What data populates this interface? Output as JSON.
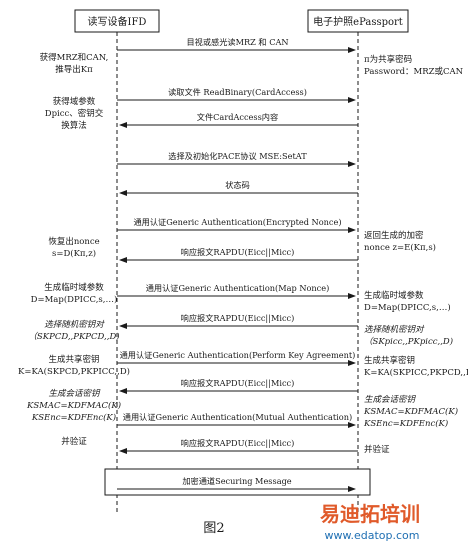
{
  "participants": {
    "left": "读写设备IFD",
    "right": "电子护照ePassport"
  },
  "messages": [
    {
      "label": "目视或感光读MRZ 和 CAN",
      "dir": "right"
    },
    {
      "label": "读取文件 ReadBinary(CardAccess)",
      "dir": "right"
    },
    {
      "label": "文件CardAccess内容",
      "dir": "left"
    },
    {
      "label": "选择及初始化PACE协议 MSE:SetAT",
      "dir": "right"
    },
    {
      "label": "状态码",
      "dir": "left"
    },
    {
      "label": "通用认证Generic Authentication(Encrypted Nonce)",
      "dir": "right"
    },
    {
      "label": "响应报文RAPDU(Eicc||Micc)",
      "dir": "left"
    },
    {
      "label": "通用认证Generic Authentication(Map Nonce)",
      "dir": "right"
    },
    {
      "label": "响应报文RAPDU(Eicc||Micc)",
      "dir": "left"
    },
    {
      "label": "通用认证Generic Authentication(Perform Key Agreement)",
      "dir": "right"
    },
    {
      "label": "响应报文RAPDU(Eicc||Micc)",
      "dir": "left"
    },
    {
      "label": "通用认证Generic Authentication(Mutual Authentication)",
      "dir": "right"
    },
    {
      "label": "响应报文RAPDU(Eicc||Micc)",
      "dir": "left"
    }
  ],
  "secure_box_label": "加密通道Securing Message",
  "left_notes": [
    {
      "lines": [
        "获得MRZ和CAN,",
        "推导出Kπ"
      ],
      "italic": false
    },
    {
      "lines": [
        "获得域参数",
        "Dpicc、密钥交",
        "换算法"
      ],
      "italic": false
    },
    {
      "lines": [
        "恢复出nonce",
        "s=D(Kπ,z)"
      ],
      "italic": false
    },
    {
      "lines": [
        "生成临时域参数",
        "D=Map(DPICC,s,…)"
      ],
      "italic": false
    },
    {
      "lines": [
        "选择随机密钥对",
        "（SKPCD,,PKPCD,,D)"
      ],
      "italic": true
    },
    {
      "lines": [
        "生成共享密钥",
        "K=KA(SKPCD,PKPICC,,D)"
      ],
      "italic": false
    },
    {
      "lines": [
        "生成会话密钥",
        "KSMAC=KDFMAC(K)",
        "KSEnc=KDFEnc(K)"
      ],
      "italic": true
    },
    {
      "lines": [
        "并验证"
      ],
      "italic": false
    }
  ],
  "right_notes": [
    {
      "lines": [
        "π为共享密码",
        "Password：MRZ或CAN"
      ],
      "italic": false
    },
    {
      "lines": [
        "返回生成的加密",
        "nonce z=E(Kπ,s)"
      ],
      "italic": false
    },
    {
      "lines": [
        "生成临时域参数",
        "D=Map(DPICC,s,…)"
      ],
      "italic": false
    },
    {
      "lines": [
        "选择随机密钥对",
        "（SKpicc,,PKpicc,,D)"
      ],
      "italic": true
    },
    {
      "lines": [
        "生成共享密钥",
        "K=KA(SKPICC,PKPCD,,D)"
      ],
      "italic": false
    },
    {
      "lines": [
        "生成会话密钥",
        "KSMAC=KDFMAC(K)",
        "KSEnc=KDFEnc(K)"
      ],
      "italic": true
    },
    {
      "lines": [
        "并验证"
      ],
      "italic": false
    }
  ],
  "caption": "图2",
  "watermark": {
    "brand": "易迪拓培训",
    "url": "www.edatop.com"
  },
  "colors": {
    "line": "#1a1a1a",
    "watermark_brand": "#e05a2a",
    "watermark_url": "#1f6fb3"
  }
}
